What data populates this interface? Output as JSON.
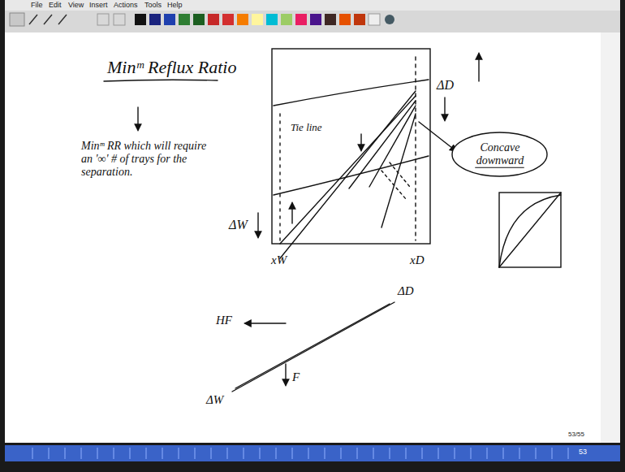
{
  "diagram": {
    "title": "Minᵐ Reflux Ratio",
    "nodes": [
      {
        "text": [
          "Concave downward"
        ]
      }
    ],
    "labels": [
      "File",
      "Edit",
      "View",
      "Insert",
      "Actions",
      "Tools",
      "Help",
      "Minᵐ RR which will require an '∞' # of trays for the separation.",
      "ΔD",
      "ΔW",
      "xW",
      "xD",
      "Tie line",
      "ΔD",
      "ΔW",
      "HF",
      "F",
      "53/55",
      "53"
    ]
  }
}
